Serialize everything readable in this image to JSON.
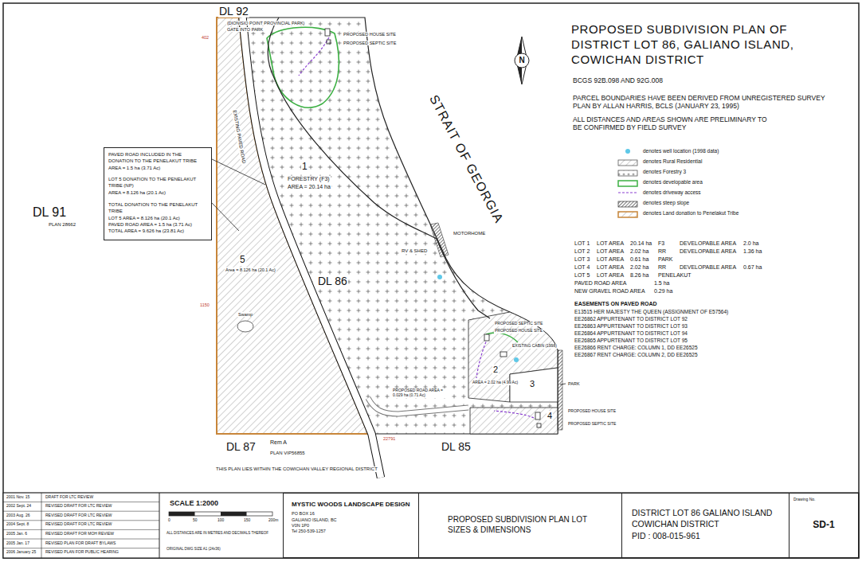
{
  "diagram": {
    "title": "PROPOSED SUBDIVISION PLAN OF DISTRICT LOT 86, GALIANO ISLAND, COWICHAN DISTRICT",
    "nodes": [
      {
        "text": [
          "PAVED ROAD INCLUDED IN THE DONATION TO THE PENELAKUT TRIBE",
          "AREA = 1.5 ha (3.71 Ac)",
          "LOT 5 DONATION TO THE PENELAKUT TRIBE (NP)",
          "AREA = 8.126 ha (20.1 Ac)",
          "TOTAL DONATION TO THE PENELAKUT TRIBE",
          "LOT 5 AREA = 8.126 ha (20.1 Ac)",
          "PAVED ROAD AREA = 1.5 ha (3.71 Ac)",
          "TOTAL AREA = 9.626 ha (23.81 Ac)"
        ]
      },
      {
        "text": [
          "MYSTIC WOODS LANDSCAPE DESIGN",
          "PO BOX 16",
          "GALIANO ISLAND, BC",
          "V0N 1P0",
          "Tel 250-539-1257"
        ]
      },
      {
        "text": [
          "PROPOSED SUBDIVISION PLAN LOT SIZES & DIMENSIONS"
        ]
      },
      {
        "text": [
          "DISTRICT LOT 86 GALIANO ISLAND COWICHAN DISTRICT",
          "PID : 008-015-961"
        ]
      },
      {
        "text": [
          "Drawing No.",
          "SD-1"
        ]
      }
    ],
    "labels": [
      "DL 92",
      "(DIONISIO POINT PROVINCIAL PARK)",
      "GATE INTO PARK",
      "PROPOSED HOUSE SITE",
      "PROPOSED SEPTIC SITE",
      "DL 91",
      "PLAN 28662",
      "1",
      "FORESTRY (F3)",
      "AREA = 20.14 ha",
      "DL 86",
      "STRAIT OF GEORGIA",
      "MOTORHOME",
      "RV & SHED",
      "5",
      "Area = 8.126 ha (20.1 Ac)",
      "Swamp",
      "PROPOSED SEPTIC SITE",
      "PROPOSED HOUSE SITE",
      "EXISTING CABIN (1998)",
      "2",
      "AREA = 2.02 ha (4.99 Ac)",
      "3",
      "PARK",
      "4",
      "PROPOSED HOUSE SITE",
      "PROPOSED SEPTIC SITE",
      "PROPOSED ROAD AREA = 0.029 ha (0.71 Ac)",
      "EXISTING PAVED ROAD",
      "DL 87",
      "Rem A",
      "PLAN VIP56855",
      "DL 85",
      "22791",
      "THIS PLAN LIES WITHIN THE COWICHAN VALLEY REGIONAL DISTRICT",
      "402",
      "1150",
      "N",
      "BCGS 92B.098 AND 92G.008",
      "PARCEL BOUNDARIES HAVE BEEN DERIVED FROM UNREGISTERED SURVEY PLAN BY ALLAN HARRIS, BCLS (JANUARY 23, 1995)",
      "ALL DISTANCES AND AREAS SHOWN ARE PRELIMINARY TO BE CONFIRMED BY FIELD SURVEY",
      "LOT 1",
      "LOT AREA",
      "20.14 ha",
      "F3",
      "DEVELOPABLE AREA",
      "2.0 ha",
      "LOT 2",
      "LOT AREA",
      "2.02 ha",
      "RR",
      "DEVELOPABLE AREA",
      "1.36 ha",
      "LOT 3",
      "LOT AREA",
      "0.61 ha",
      "PARK",
      "LOT 4",
      "LOT AREA",
      "2.02 ha",
      "RR",
      "DEVELOPABLE AREA",
      "0.67 ha",
      "LOT 5",
      "LOT AREA",
      "8.26 ha",
      "PENELAKUT",
      "PAVED ROAD AREA",
      "1.5 ha",
      "NEW GRAVEL ROAD AREA",
      "0.29 ha",
      "EASEMENTS ON PAVED ROAD",
      "E13515 HER MAJESTY THE QUEEN (ASSIGNMENT OF E57564)",
      "EE26862 APPURTENANT TO DISTRICT LOT 92",
      "EE26863 APPURTENANT TO DISTRICT LOT 93",
      "EE26864 APPURTENANT TO DISTRICT LOT 94",
      "EE26865 APPURTENANT TO DISTRICT LOT 95",
      "EE26866 RENT CHARGE: COLUMN 1, DD EE26525",
      "EE26867 RENT CHARGE: COLUMN 2, DD EE26525",
      "2001 Nov. 15",
      "DRAFT FOR LTC REVIEW",
      "2002 Sept. 24",
      "REVISED DRAFT FOR LTC REVIEW",
      "2003 Aug. 26",
      "REVISED DRAFT FOR LTC REVIEW",
      "2004 Sept. 8",
      "REVISED DRAFT FOR LTC REVIEW",
      "2005 Jan. 6",
      "REVISED DRAFT FOR MOH REVIEW",
      "2005 Jan. 17",
      "REVISED PLAN FOR DRAFT BYLAWS",
      "2006 January 25",
      "REVISED PLAN FOR PUBLIC HEARING",
      "SCALE 1:2000",
      "0",
      "50",
      "100",
      "150",
      "200m",
      "ALL DISTANCES ARE IN METRES AND DECIMALS THEREOF",
      "ORIGINAL DWG SIZE A1 (24x36)"
    ],
    "legend": [
      {
        "text": "denotes well location (1998 data)",
        "color": "#5ec8e8"
      },
      {
        "text": "denotes Rural Residential"
      },
      {
        "text": "denotes Forestry 3"
      },
      {
        "text": "denotes developable area"
      },
      {
        "text": "denotes driveway access"
      },
      {
        "text": "denotes steep slope"
      },
      {
        "text": "denotes Land donation to Penelakut Tribe"
      }
    ]
  }
}
